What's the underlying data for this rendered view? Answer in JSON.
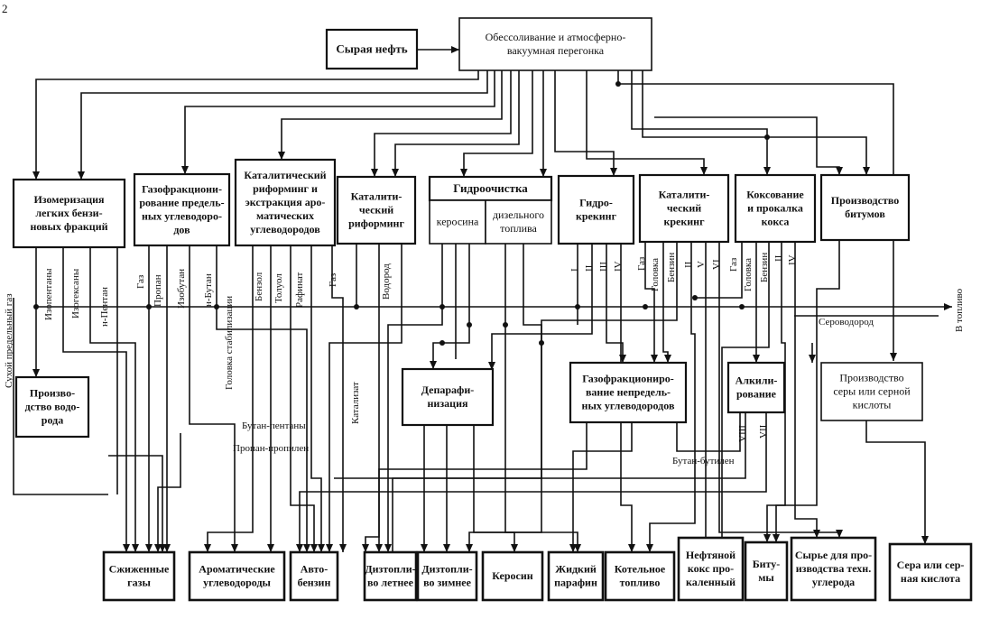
{
  "page_marker": "2",
  "boxes": {
    "raw_oil": [
      "Сырая нефть"
    ],
    "desalting": [
      "Обессоливание и атмосферно-",
      "вакуумная перегонка"
    ],
    "isomerization": [
      "Изомеризация",
      "легких бензи-",
      "новых фракций"
    ],
    "gas_fract_sat": [
      "Газофракциони-",
      "рование предель-",
      "ных углеводоро-",
      "дов"
    ],
    "cat_reform_extr": [
      "Каталитический",
      "риформинг и",
      "экстракция аро-",
      "матических",
      "углеводородов"
    ],
    "cat_reforming": [
      "Каталити-",
      "ческий",
      "риформинг"
    ],
    "hydrotreat": [
      "Гидроочистка"
    ],
    "hydrotreat_kerosene": [
      "керосина"
    ],
    "hydrotreat_diesel": [
      "дизельного",
      "топлива"
    ],
    "hydrocracking": [
      "Гидро-",
      "крекинг"
    ],
    "cat_cracking": [
      "Каталити-",
      "ческий",
      "крекинг"
    ],
    "coking": [
      "Коксование",
      "и прокалка",
      "кокса"
    ],
    "bitumen_prod": [
      "Производство",
      "битумов"
    ],
    "hydrogen_prod": [
      "Произво-",
      "дство водо-",
      "рода"
    ],
    "dewaxing": [
      "Депарафи-",
      "низация"
    ],
    "gas_fract_unsat": [
      "Газофракциониро-",
      "вание непредель-",
      "ных углеводородов"
    ],
    "alkylation": [
      "Алкили-",
      "рование"
    ],
    "sulfur_prod": [
      "Производство",
      "серы или серной",
      "кислоты"
    ],
    "p_lpg": [
      "Сжиженные",
      "газы"
    ],
    "p_aromatics": [
      "Ароматические",
      "углеводороды"
    ],
    "p_gasoline": [
      "Авто-",
      "бензин"
    ],
    "p_diesel_summer": [
      "Дизтопли-",
      "во летнее"
    ],
    "p_diesel_winter": [
      "Дизтопли-",
      "во зимнее"
    ],
    "p_kerosene": [
      "Керосин"
    ],
    "p_paraffin": [
      "Жидкий",
      "парафин"
    ],
    "p_boiler_fuel": [
      "Котельное",
      "топливо"
    ],
    "p_petroleum_coke": [
      "Нефтяной",
      "кокс про-",
      "каленный"
    ],
    "p_bitumen": [
      "Биту-",
      "мы"
    ],
    "p_carbon_feed": [
      "Сырье для про-",
      "изводства техн.",
      "углерода"
    ],
    "p_sulfur": [
      "Сера или сер-",
      "ная кислота"
    ]
  },
  "vertical_labels": {
    "dry_gas": "Сухой предельный газ",
    "isopentanes": "Изопентаны",
    "isohexanes": "Изогексаны",
    "n_pentane": "н-Пентан",
    "gas_1": "Газ",
    "propane": "Пропан",
    "isobutane": "Изобутан",
    "n_butane": "н-Бутан",
    "stab_head": "Головка стабилизации",
    "benzene": "Бензол",
    "toluene": "Толуол",
    "raffinate": "Рафинат",
    "gas_2": "Газ",
    "hydrogen": "Водород",
    "catalyst": "Катализат",
    "cc_gas": "Газ",
    "cc_head": "Головка",
    "cc_gasoline": "Бензин",
    "cok_gas": "Газ",
    "cok_head": "Головка",
    "cok_gasoline": "Бензин",
    "to_fuel": "В топливо"
  },
  "roman_labels": {
    "hc_1": "I",
    "hc_2": "II",
    "hc_3": "III",
    "hc_4": "IV",
    "cc_2": "II",
    "cc_5": "V",
    "cc_6": "VI",
    "cok_2": "II",
    "cok_4": "IV",
    "alk_8": "VIII",
    "alk_7": "VII"
  },
  "horizontal_labels": {
    "hydrogen_sulfide": "Сероводород",
    "butane_pentanes": "Бутан-пентаны",
    "propane_propylene": "Пропан-пропилен",
    "butane_butylene": "Бутан-бутилен"
  }
}
